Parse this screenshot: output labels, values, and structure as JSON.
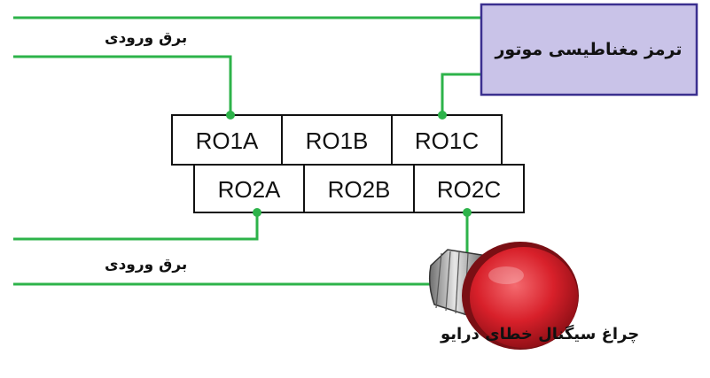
{
  "labels": {
    "brake": "ترمز مغناطیسی موتور",
    "input_power_top": "برق ورودی",
    "input_power_bottom": "برق ورودی",
    "lamp": "چراغ سیگنال خطای درایو"
  },
  "terminals": {
    "row1": [
      "RO1A",
      "RO1B",
      "RO1C"
    ],
    "row2": [
      "RO2A",
      "RO2B",
      "RO2C"
    ]
  },
  "colors": {
    "wire": "#2db34a",
    "brake_fill": "#c9c3e8",
    "brake_border": "#3a2f8f",
    "lamp_red": "#d8202a"
  }
}
